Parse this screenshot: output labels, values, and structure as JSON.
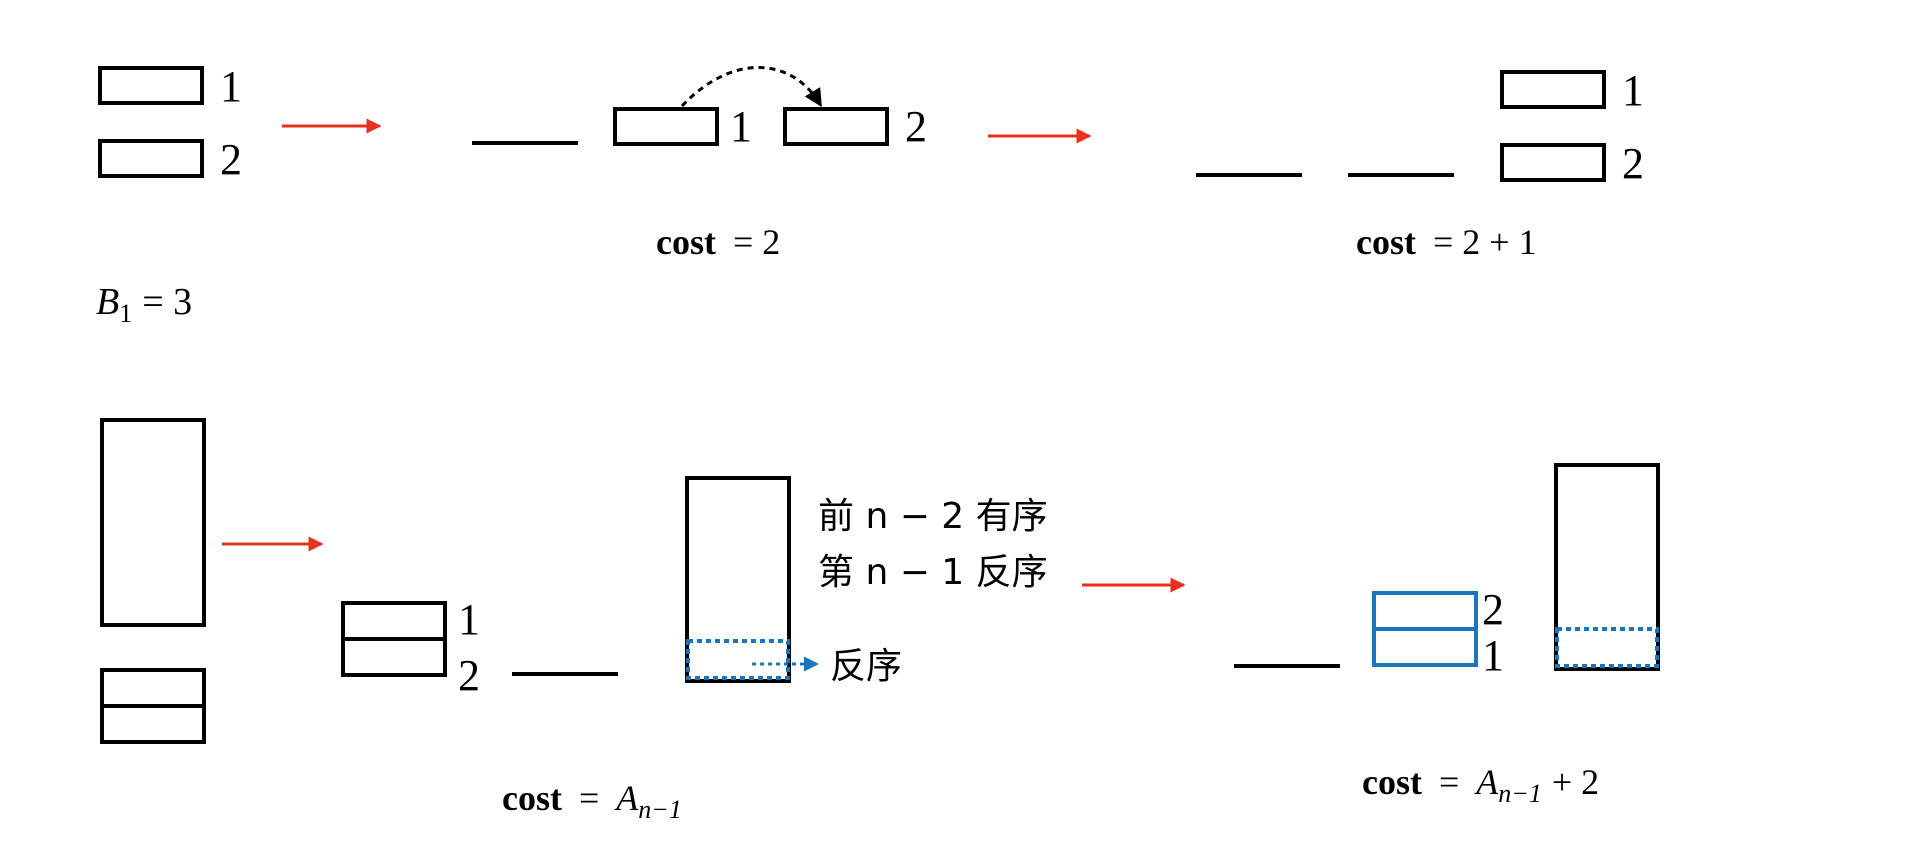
{
  "top": {
    "step1_labels": [
      "1",
      "2"
    ],
    "step2_labels": [
      "1",
      "2"
    ],
    "step3_labels": [
      "1",
      "2"
    ],
    "cost1_word": "cost",
    "cost1_rest": "= 2",
    "cost2_word": "cost",
    "cost2_rest": "= 2 + 1",
    "b1_var": "B",
    "b1_sub": "1",
    "b1_rest": "= 3"
  },
  "bottom": {
    "stack_labels": [
      "1",
      "2"
    ],
    "note_line1": "前 n − 2 有序",
    "note_line2": "第 n − 1 反序",
    "reverse_label": "反序",
    "blue_labels": [
      "2",
      "1"
    ],
    "cost1_word": "cost",
    "cost1_eq": "=",
    "cost1_var": "A",
    "cost1_sub": "n−1",
    "cost2_word": "cost",
    "cost2_eq": "=",
    "cost2_var": "A",
    "cost2_sub": "n−1",
    "cost2_rest": "+ 2"
  },
  "colors": {
    "arrow": "#e8301e",
    "highlight": "#1a75bb",
    "stroke": "#000000"
  }
}
